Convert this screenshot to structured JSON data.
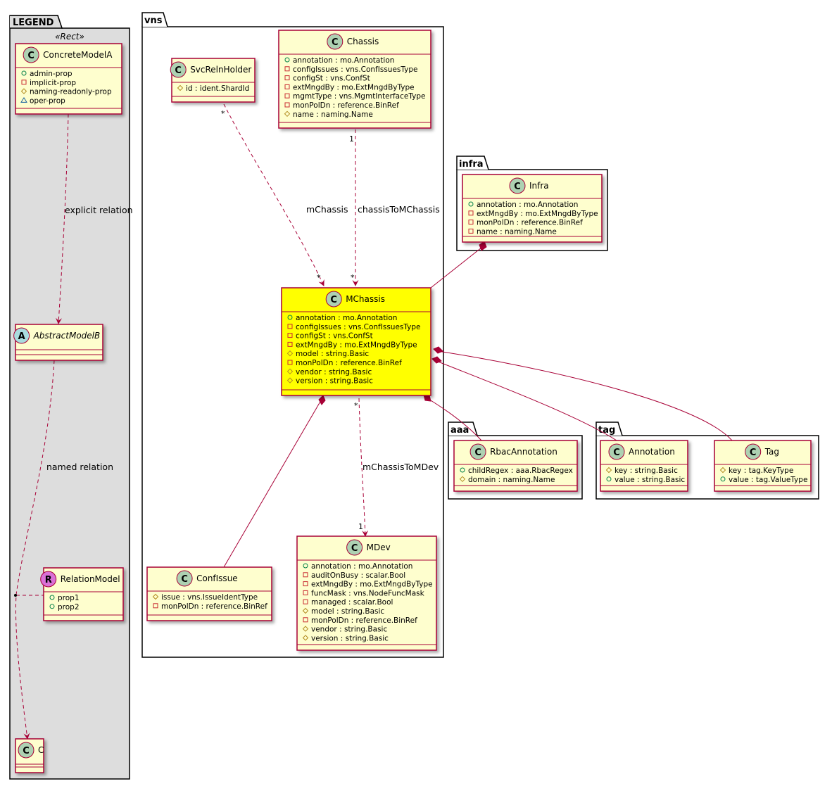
{
  "packages": {
    "legend": "LEGEND",
    "vns": "vns",
    "infra": "infra",
    "aaa": "aaa",
    "tag": "tag"
  },
  "legend_stereotype": "«Rect»",
  "classes": {
    "concrete": {
      "kind": "C",
      "name": "ConcreteModelA",
      "attrs": [
        [
          "+",
          "admin-prop"
        ],
        [
          "-",
          "implicit-prop"
        ],
        [
          "#",
          "naming-readonly-prop"
        ],
        [
          "~",
          "oper-prop"
        ]
      ]
    },
    "abstract": {
      "kind": "A",
      "name": "AbstractModelB",
      "attrs": []
    },
    "relmodel": {
      "kind": "R",
      "name": "RelationModel",
      "attrs": [
        [
          "+",
          "prop1"
        ],
        [
          "+",
          "prop2"
        ]
      ]
    },
    "c": {
      "kind": "C",
      "name": "C",
      "attrs": []
    },
    "svcreln": {
      "kind": "C",
      "name": "SvcRelnHolder",
      "attrs": [
        [
          "#",
          "id : ident.ShardId"
        ]
      ]
    },
    "chassis": {
      "kind": "C",
      "name": "Chassis",
      "attrs": [
        [
          "+",
          "annotation : mo.Annotation"
        ],
        [
          "-",
          "configIssues : vns.ConfIssuesType"
        ],
        [
          "-",
          "configSt : vns.ConfSt"
        ],
        [
          "-",
          "extMngdBy : mo.ExtMngdByType"
        ],
        [
          "-",
          "mgmtType : vns.MgmtInterfaceType"
        ],
        [
          "-",
          "monPolDn : reference.BinRef"
        ],
        [
          "#",
          "name : naming.Name"
        ]
      ]
    },
    "infra": {
      "kind": "C",
      "name": "Infra",
      "attrs": [
        [
          "+",
          "annotation : mo.Annotation"
        ],
        [
          "-",
          "extMngdBy : mo.ExtMngdByType"
        ],
        [
          "-",
          "monPolDn : reference.BinRef"
        ],
        [
          "-",
          "name : naming.Name"
        ]
      ]
    },
    "mchassis": {
      "kind": "C",
      "name": "MChassis",
      "attrs": [
        [
          "+",
          "annotation : mo.Annotation"
        ],
        [
          "-",
          "configIssues : vns.ConfIssuesType"
        ],
        [
          "-",
          "configSt : vns.ConfSt"
        ],
        [
          "-",
          "extMngdBy : mo.ExtMngdByType"
        ],
        [
          "#",
          "model : string.Basic"
        ],
        [
          "-",
          "monPolDn : reference.BinRef"
        ],
        [
          "#",
          "vendor : string.Basic"
        ],
        [
          "#",
          "version : string.Basic"
        ]
      ]
    },
    "rbac": {
      "kind": "C",
      "name": "RbacAnnotation",
      "attrs": [
        [
          "+",
          "childRegex : aaa.RbacRegex"
        ],
        [
          "#",
          "domain : naming.Name"
        ]
      ]
    },
    "annotation": {
      "kind": "C",
      "name": "Annotation",
      "attrs": [
        [
          "#",
          "key : string.Basic"
        ],
        [
          "+",
          "value : string.Basic"
        ]
      ]
    },
    "tag": {
      "kind": "C",
      "name": "Tag",
      "attrs": [
        [
          "#",
          "key : tag.KeyType"
        ],
        [
          "+",
          "value : tag.ValueType"
        ]
      ]
    },
    "confissue": {
      "kind": "C",
      "name": "ConfIssue",
      "attrs": [
        [
          "#",
          "issue : vns.IssueIdentType"
        ],
        [
          "-",
          "monPolDn : reference.BinRef"
        ]
      ]
    },
    "mdev": {
      "kind": "C",
      "name": "MDev",
      "attrs": [
        [
          "+",
          "annotation : mo.Annotation"
        ],
        [
          "-",
          "auditOnBusy : scalar.Bool"
        ],
        [
          "-",
          "extMngdBy : mo.ExtMngdByType"
        ],
        [
          "-",
          "funcMask : vns.NodeFuncMask"
        ],
        [
          "-",
          "managed : scalar.Bool"
        ],
        [
          "#",
          "model : string.Basic"
        ],
        [
          "-",
          "monPolDn : reference.BinRef"
        ],
        [
          "#",
          "vendor : string.Basic"
        ],
        [
          "#",
          "version : string.Basic"
        ]
      ]
    }
  },
  "edge_labels": {
    "explicit": "explicit relation",
    "named": "named relation",
    "mchassis_left": "mChassis",
    "chassis_to_mchassis": "chassisToMChassis",
    "mchassis_to_mdev": "mChassisToMDev"
  },
  "multiplicities": {
    "svcreln_src": "*",
    "svcreln_dst": "*",
    "chassis_src": "1",
    "chassis_dst": "*",
    "mchassis_src": "*",
    "mdev_dst": "1"
  },
  "colors": {
    "class_fill": "#FEFECE",
    "highlight_fill": "#FFFF00",
    "border": "#A80036",
    "legend_bg": "#DDDDDD",
    "circle_c": "#ADD1B2",
    "circle_a": "#A9DCDF",
    "circle_r": "#DA70D6"
  }
}
